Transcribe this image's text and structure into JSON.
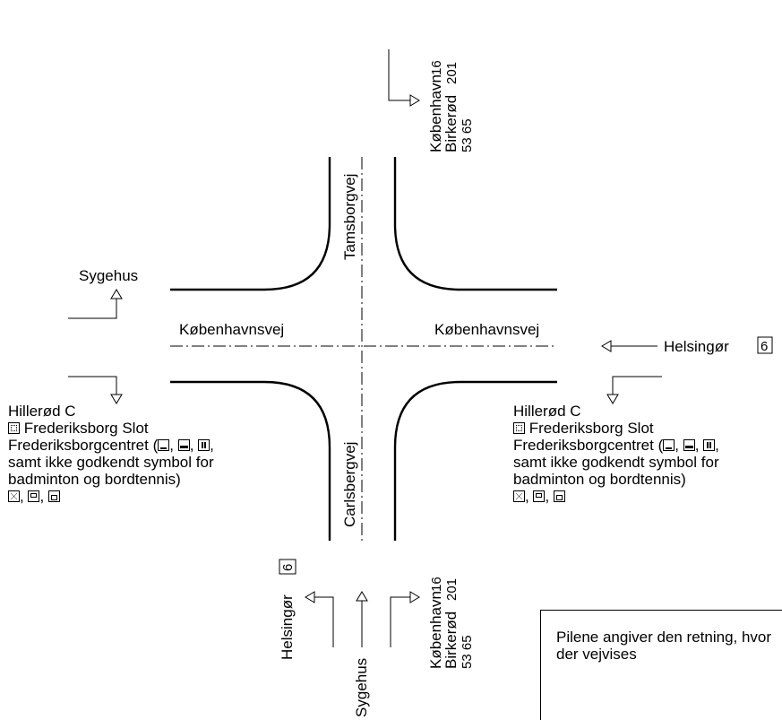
{
  "roads": {
    "north": "Tamsborgvej",
    "south": "Carlsbergvej",
    "west": "Københavnsvej",
    "east": "Københavnsvej"
  },
  "signs": {
    "top": [
      {
        "text": "København",
        "route": "16"
      },
      {
        "text": "Birkerød",
        "route": "201"
      },
      {
        "text": "",
        "route": "53  65"
      }
    ],
    "bottom_right": [
      {
        "text": "København",
        "route": "16"
      },
      {
        "text": "Birkerød",
        "route": "201"
      },
      {
        "text": "",
        "route": "53  65"
      }
    ],
    "bottom_straight": "Sygehus",
    "bottom_left": {
      "text": "Helsingør",
      "route": "6"
    },
    "left_up": "Sygehus",
    "right": {
      "text": "Helsingør",
      "route": "6"
    }
  },
  "destination_block": {
    "line1": "Hillerød C",
    "line2": "Frederiksborg Slot",
    "line3": "Frederiksborgcentret (",
    "line3_end": ",",
    "line4": "samt ikke godkendt symbol for",
    "line5": "badminton og bordtennis)",
    "sep": ", ",
    "icons": [
      "sight-icon",
      "tourist-icon",
      "bed-icon",
      "restaurant-icon",
      "camping-icon",
      "screen-icon",
      "hostel-icon"
    ]
  },
  "note": "Pilene angiver den retning, hvor der vejvises"
}
